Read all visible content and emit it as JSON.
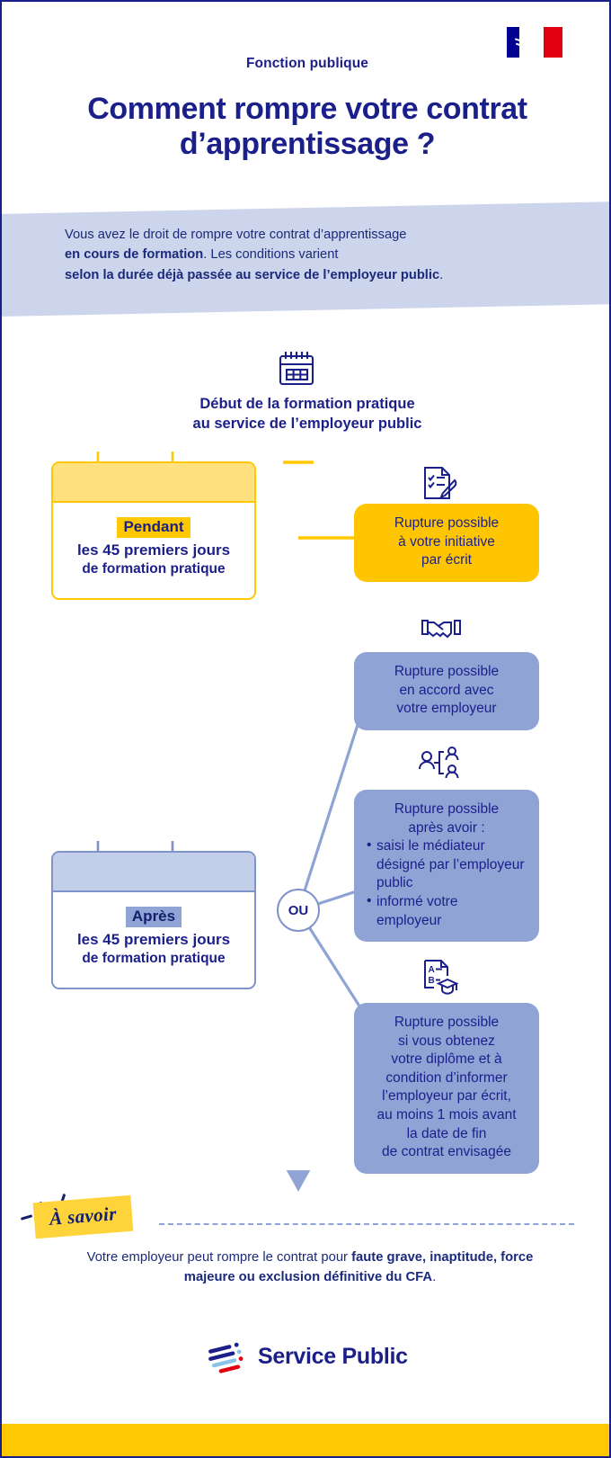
{
  "header": {
    "eyebrow": "Fonction publique",
    "title": "Comment rompre votre contrat d’apprentissage ?",
    "logo_alt": "marianne-flag-logo"
  },
  "intro": {
    "line1": "Vous avez le droit de rompre votre contrat d’apprentissage",
    "bold1": "en cours de formation",
    "line2": ". Les conditions varient",
    "bold2": "selon la durée déjà passée au service de l’employeur public",
    "line3": "."
  },
  "timeline": {
    "icon": "calendar-icon",
    "heading_line1": "Début de la formation pratique",
    "heading_line2": "au service de l’employeur public",
    "hub_label": "OU"
  },
  "periods": [
    {
      "id": "pendant",
      "keyword": "Pendant",
      "line1": "les 45 premiers jours",
      "line2": "de formation pratique",
      "accent": "#ffc800"
    },
    {
      "id": "apres",
      "keyword": "Après",
      "line1": "les 45 premiers jours",
      "line2": "de formation pratique",
      "accent": "#7f93cb"
    }
  ],
  "outcomes": [
    {
      "id": "outcome-1",
      "icon": "document-checklist-pen-icon",
      "color": "#ffc600",
      "lines": [
        "Rupture possible",
        "à votre initiative",
        "par écrit"
      ],
      "bullets": []
    },
    {
      "id": "outcome-2",
      "icon": "handshake-icon",
      "color": "#8fa3d5",
      "lines": [
        "Rupture possible",
        "en accord avec",
        "votre employeur"
      ],
      "bullets": []
    },
    {
      "id": "outcome-3",
      "icon": "mediator-people-icon",
      "color": "#8fa3d5",
      "lines": [
        "Rupture possible",
        "après avoir :"
      ],
      "bullets": [
        "saisi le médiateur désigné par l’employeur public",
        "informé votre employeur"
      ]
    },
    {
      "id": "outcome-4",
      "icon": "diploma-graduation-icon",
      "color": "#8fa3d5",
      "lines": [
        "Rupture possible",
        "si vous obtenez",
        "votre diplôme et à",
        "condition d’informer",
        "l’employeur par écrit,",
        "au moins 1 mois avant",
        "la date de fin",
        "de contrat envisagée"
      ],
      "bullets": []
    }
  ],
  "note": {
    "badge": "À savoir",
    "text_pre": "Votre employeur peut rompre le contrat pour ",
    "text_bold": "faute grave, inaptitude, force majeure ou exclusion définitive du CFA",
    "text_post": "."
  },
  "footer": {
    "wordmark": "Service Public",
    "logo_alt": "service-public-logo"
  },
  "colors": {
    "navy": "#1b1f8a",
    "yellow": "#ffc800",
    "light_yellow": "#ffe27f",
    "blue_gray": "#8fa3d5",
    "band_blue": "#ccd5ec",
    "flag_blue": "#000091",
    "flag_red": "#e1000f"
  }
}
